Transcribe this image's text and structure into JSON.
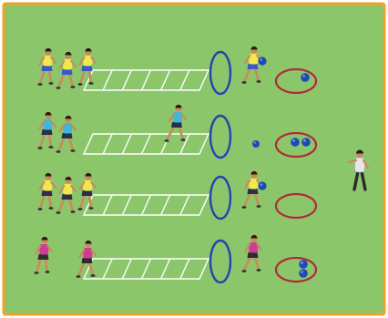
{
  "diagram": {
    "colors": {
      "field": "#8cc66b",
      "border": "#f0a22e",
      "ladder": "#ffffff",
      "hoop": "#2a3fb5",
      "target_ring": "#b22a3a",
      "ball": "#1d4bb5"
    },
    "lanes": [
      {
        "team_shirt": "#f2e84e",
        "team_shorts": "#3b57c9",
        "players_in_line": 3,
        "runner_near_ladder": false,
        "ball_carrier_after_hoop": true,
        "loose_ball_before_ring": false,
        "balls_in_ring": 1
      },
      {
        "team_shirt": "#3fb8d8",
        "team_shorts": "#2d2d4e",
        "players_in_line": 2,
        "runner_near_ladder": true,
        "ball_carrier_after_hoop": false,
        "loose_ball_before_ring": true,
        "balls_in_ring": 2
      },
      {
        "team_shirt": "#f2e84e",
        "team_shorts": "#2d2d4e",
        "players_in_line": 3,
        "runner_near_ladder": false,
        "ball_carrier_after_hoop": true,
        "loose_ball_before_ring": false,
        "balls_in_ring": 0
      },
      {
        "team_shirt": "#d23a9a",
        "team_shorts": "#2d2d2d",
        "players_in_line": 2,
        "runner_near_ladder": false,
        "ball_carrier_after_hoop": true,
        "loose_ball_before_ring": false,
        "balls_in_ring": 2
      }
    ],
    "coach": {
      "shirt": "#e6e6e6",
      "trousers": "#2b2b2b"
    }
  }
}
